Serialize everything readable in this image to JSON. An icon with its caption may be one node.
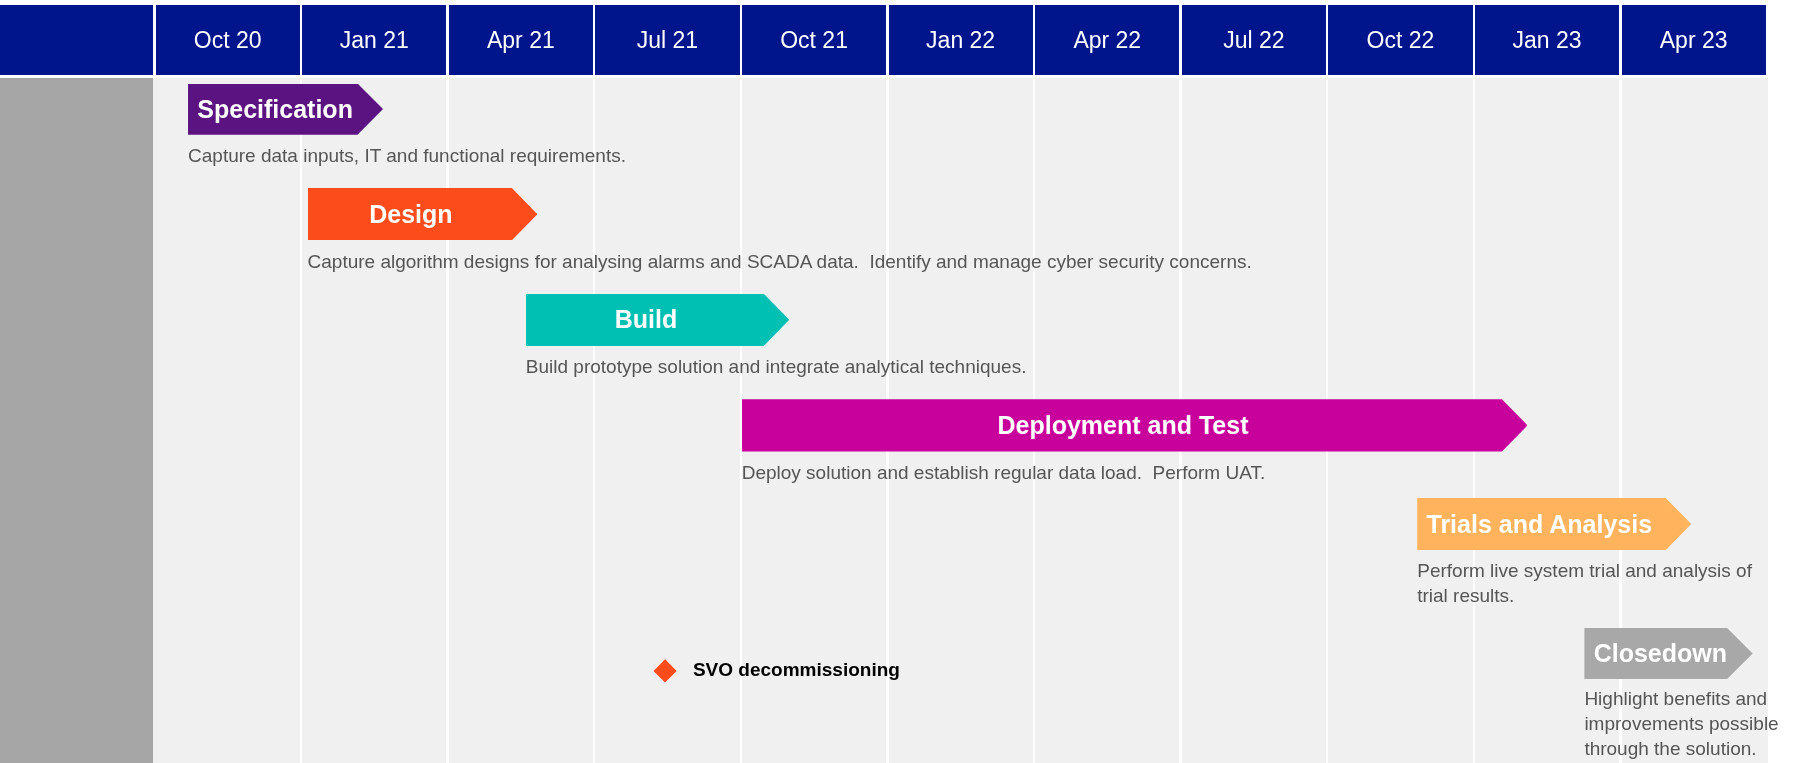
{
  "diagram": {
    "nodes": [
      {
        "text": [
          "Specification"
        ],
        "beside": [
          "Capture data inputs, IT and functional requirements."
        ]
      },
      {
        "text": [
          "Design"
        ],
        "beside": [
          "Capture algorithm designs for analysing alarms and SCADA data.  Identify and manage cyber security concerns."
        ]
      },
      {
        "text": [
          "Build"
        ],
        "beside": [
          "Build prototype solution and integrate analytical techniques."
        ]
      },
      {
        "text": [
          "Deployment and Test"
        ],
        "beside": [
          "Deploy solution and establish regular data load.  Perform UAT."
        ]
      },
      {
        "text": [
          "Trials and Analysis"
        ],
        "beside": [
          "Perform live system trial and analysis of trial results."
        ]
      },
      {
        "text": [
          "Closedown"
        ],
        "beside": [
          "Highlight benefits and improvements possible through the solution."
        ]
      },
      {
        "text": [],
        "shape": "diamond",
        "beside": [
          "SVO decommissioning"
        ]
      }
    ],
    "labels": [
      "Oct 20",
      "Jan 21",
      "Apr 21",
      "Jul 21",
      "Oct 21",
      "Jan 22",
      "Apr 22",
      "Jul 22",
      "Oct 22",
      "Jan 23",
      "Apr 23"
    ]
  }
}
